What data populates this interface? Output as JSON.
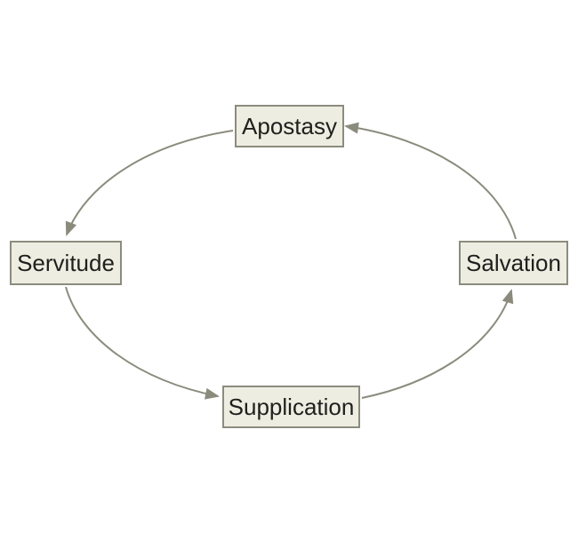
{
  "diagram": {
    "type": "cycle",
    "nodes": [
      {
        "id": "apostasy",
        "label": "Apostasy",
        "position": "top"
      },
      {
        "id": "servitude",
        "label": "Servitude",
        "position": "left"
      },
      {
        "id": "supplication",
        "label": "Supplication",
        "position": "bottom"
      },
      {
        "id": "salvation",
        "label": "Salvation",
        "position": "right"
      }
    ],
    "edges": [
      {
        "from": "Apostasy",
        "to": "Servitude"
      },
      {
        "from": "Servitude",
        "to": "Supplication"
      },
      {
        "from": "Supplication",
        "to": "Salvation"
      },
      {
        "from": "Salvation",
        "to": "Apostasy"
      }
    ],
    "colors": {
      "background": "#ffffff",
      "node_fill": "#eeede1",
      "node_border": "#8c8c7e",
      "arrow": "#8b8b7d",
      "text": "#1f1f1d"
    }
  }
}
